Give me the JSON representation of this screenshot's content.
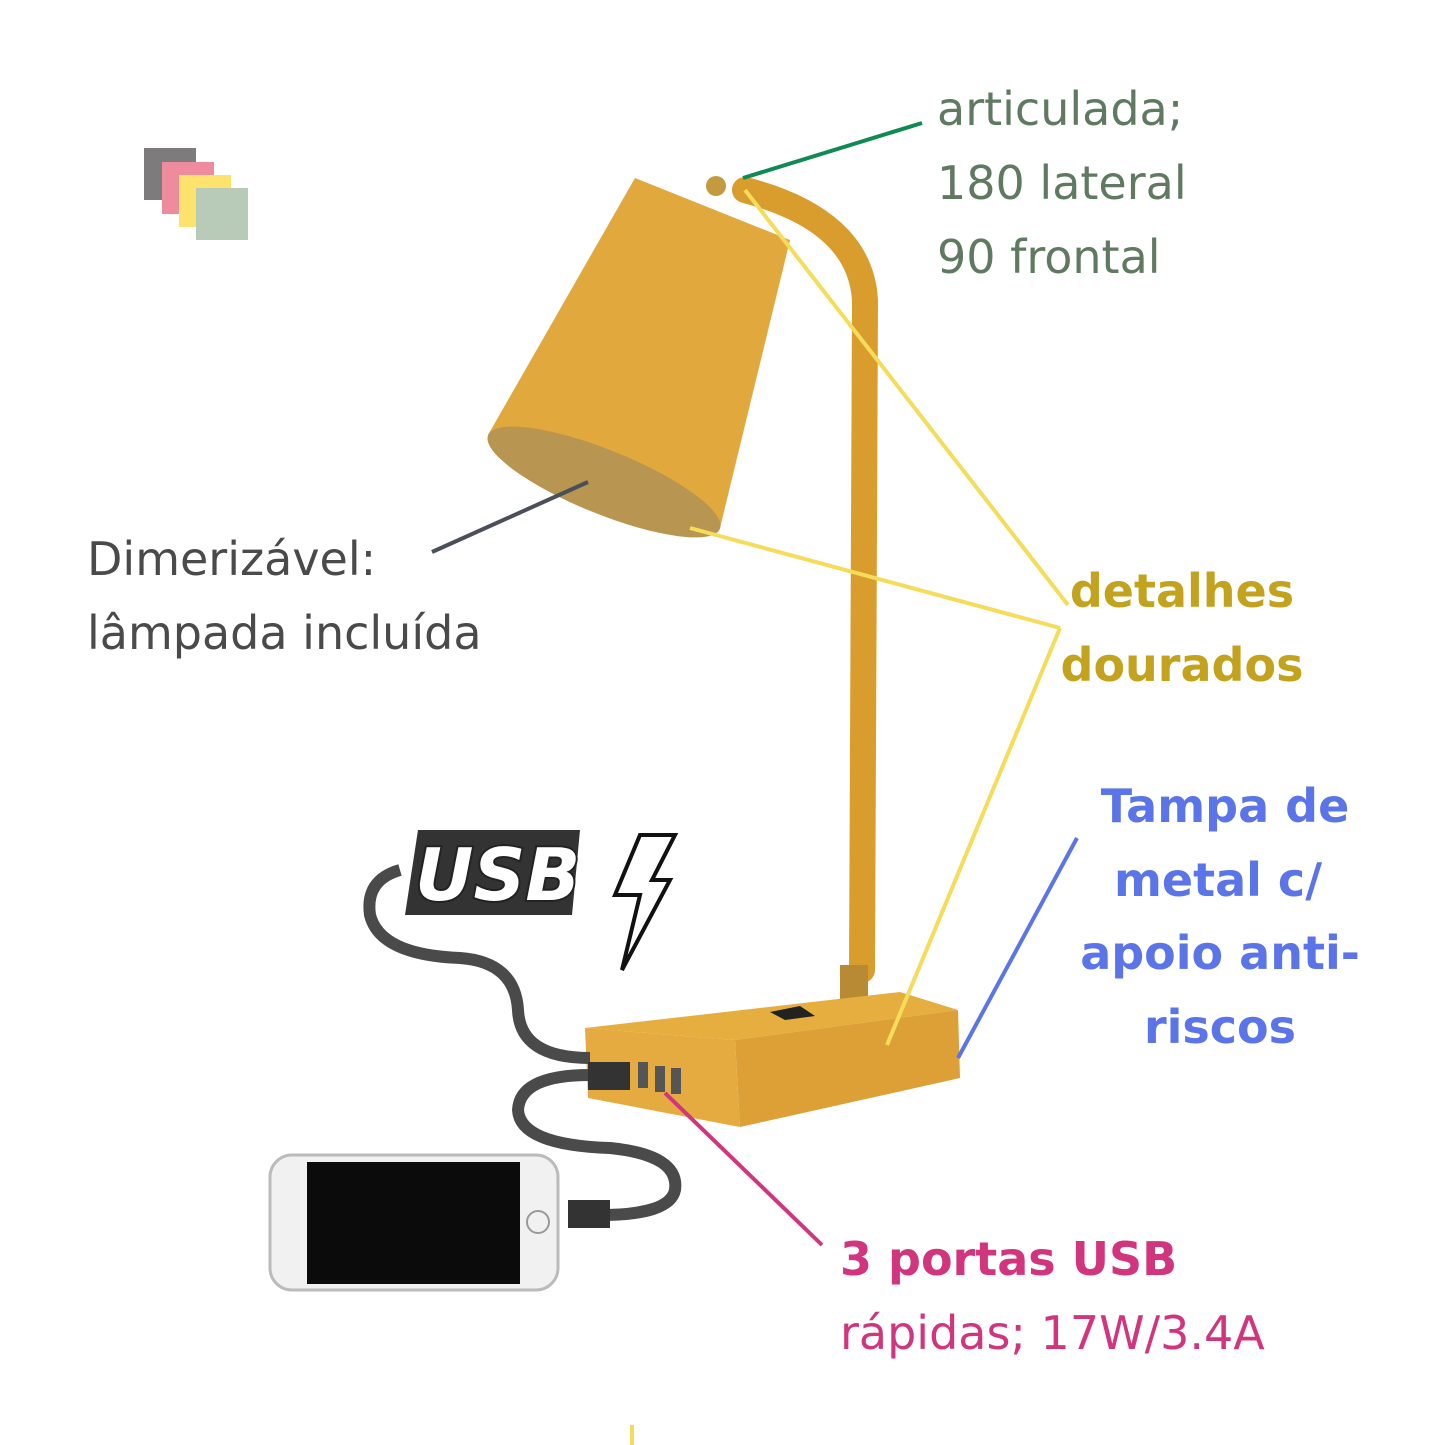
{
  "annotations": {
    "articulation": [
      "articulada;",
      "180 lateral",
      "90 frontal"
    ],
    "dimmable": [
      "Dimerizável:",
      "lâmpada incluída"
    ],
    "golden_details": [
      "detalhes",
      "dourados"
    ],
    "metal_base": [
      "Tampa de",
      "metal c/",
      "apoio anti-",
      "riscos"
    ],
    "usb_ports": [
      "3 portas USB",
      "rápidas; 17W/3.4A"
    ]
  },
  "usb_logo": "USB",
  "colors": {
    "lamp": "#e3a93a",
    "articulation_text": "#5f7a60",
    "articulation_line": "#0f8a55",
    "dimmable_text": "#4a4a4a",
    "gold_text": "#c3a21e",
    "gold_line": "#f5dc5a",
    "blue": "#5b74e8",
    "pink": "#d0357e",
    "swatches": [
      "#7d7b7b",
      "#ee8b9c",
      "#fde26d",
      "#b7cbb8"
    ]
  }
}
